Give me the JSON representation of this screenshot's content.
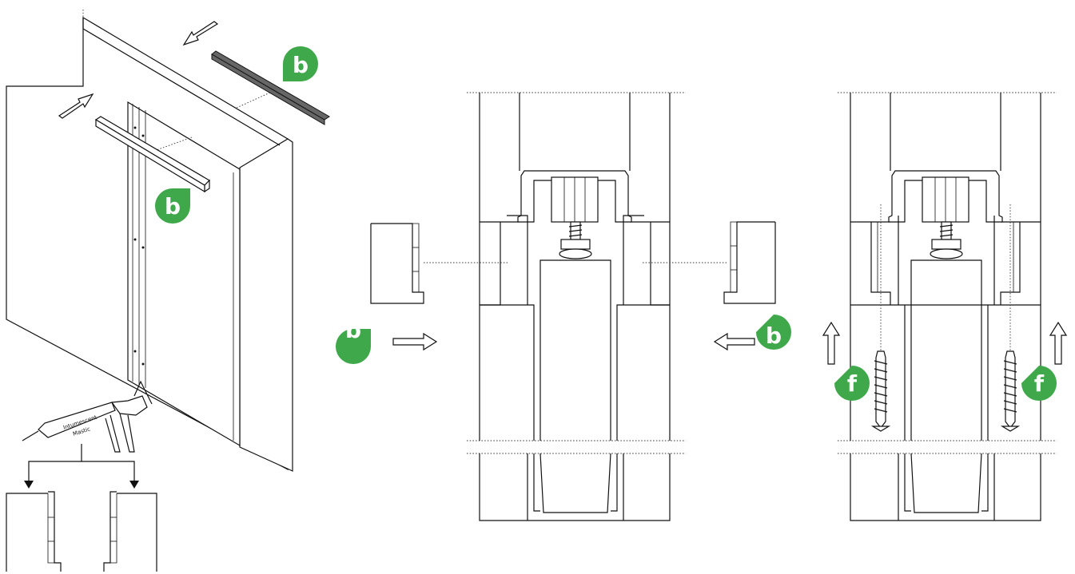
{
  "colors": {
    "marker": "#3fa84a",
    "ink": "#111111",
    "paper": "#ffffff"
  },
  "markers": {
    "b": "b",
    "f": "f"
  },
  "sealant": {
    "line1": "Intumescent",
    "line2": "Mastic"
  },
  "icons": [
    "arrow-icon",
    "sealant-gun-icon",
    "screw-icon",
    "drop-marker-icon"
  ]
}
